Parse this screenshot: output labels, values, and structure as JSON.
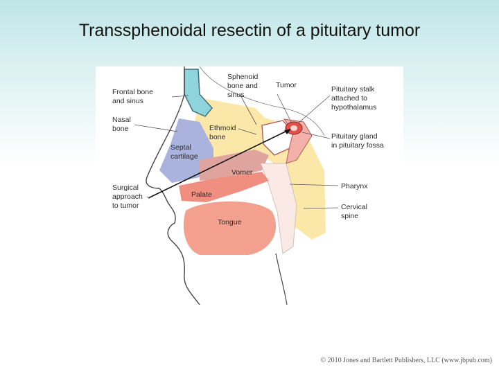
{
  "slide": {
    "title": "Transsphenoidal resectin of a pituitary tumor",
    "copyright": "© 2010 Jones and Bartlett Publishers, LLC (www.jbpub.com)"
  },
  "diagram": {
    "labels": {
      "frontal_bone_1": "Frontal bone",
      "frontal_bone_2": "and sinus",
      "nasal_bone_1": "Nasal",
      "nasal_bone_2": "bone",
      "sphenoid_1": "Sphenoid",
      "sphenoid_2": "bone and",
      "sphenoid_3": "sinus",
      "tumor": "Tumor",
      "stalk_1": "Pituitary stalk",
      "stalk_2": "attached to",
      "stalk_3": "hypothalamus",
      "ethmoid_1": "Ethmoid",
      "ethmoid_2": "bone",
      "septal_1": "Septal",
      "septal_2": "cartilage",
      "gland_1": "Pituitary gland",
      "gland_2": "in pituitary fossa",
      "vomer": "Vomer",
      "pharynx": "Pharynx",
      "surgical_1": "Surgical",
      "surgical_2": "approach",
      "surgical_3": "to tumor",
      "palate": "Palate",
      "cervical_1": "Cervical",
      "cervical_2": "spine",
      "tongue": "Tongue"
    },
    "colors": {
      "frontal_sinus": "#8fd3dd",
      "bone_yellow": "#fbe7a8",
      "septal_blue": "#a9b3de",
      "vomer_pink": "#e0a49e",
      "palate_salmon": "#f08f7f",
      "tongue_salmon": "#f4a08e",
      "pharynx_light": "#fbe9e6",
      "tumor_red": "#e0514a"
    }
  }
}
